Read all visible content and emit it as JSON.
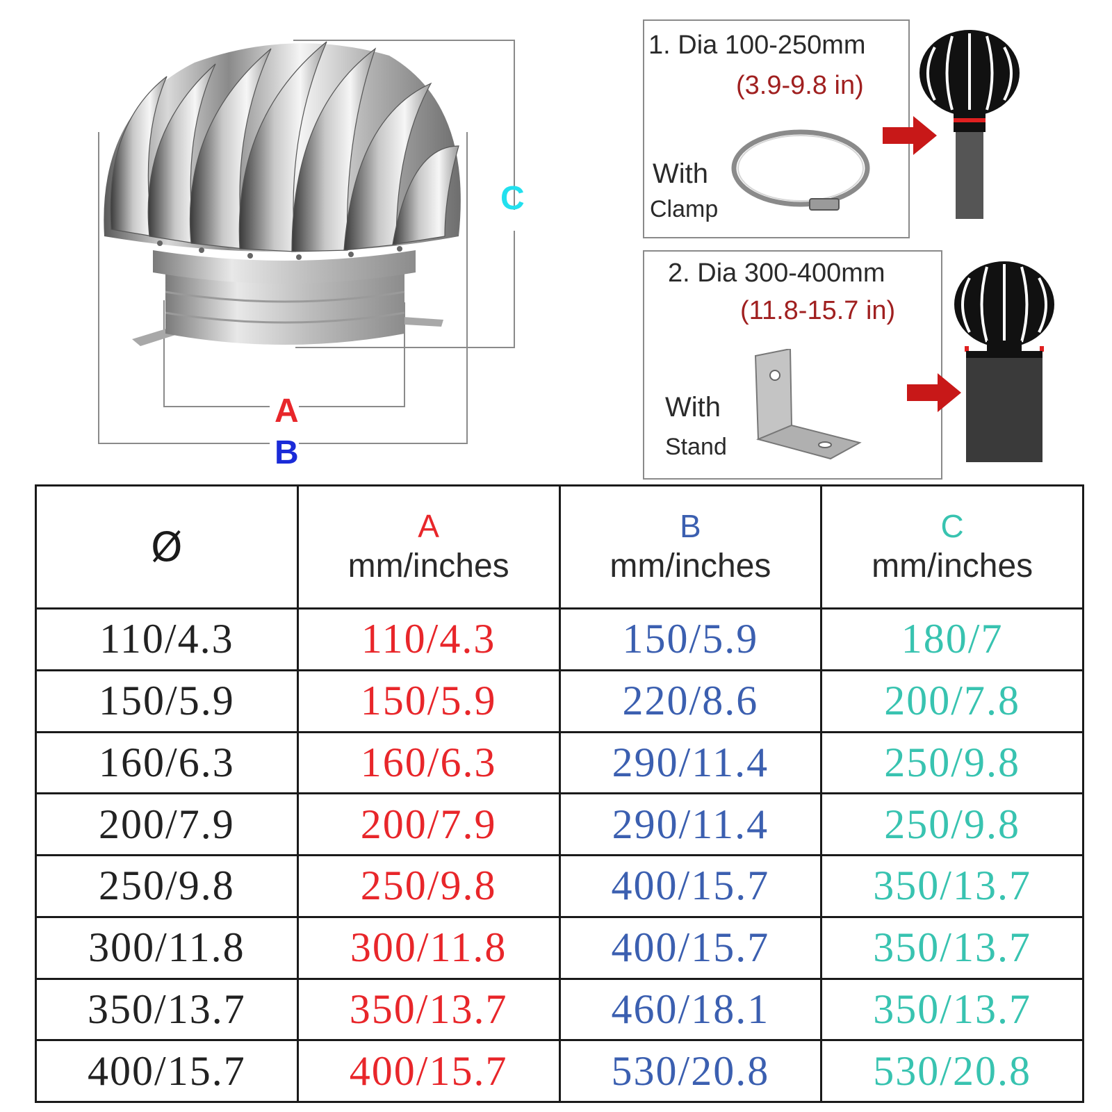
{
  "dimension_labels": {
    "a": "A",
    "b": "B",
    "c": "C"
  },
  "colors": {
    "a": "#e8262a",
    "b": "#3b5fb0",
    "c": "#38c3b0",
    "c_label": "#22e0ee",
    "b_label": "#1a2bd8",
    "range_text": "#a02020",
    "arrow": "#c81818"
  },
  "options": [
    {
      "title": "1. Dia 100-250mm",
      "range": "(3.9-9.8 in)",
      "with": "With",
      "kind": "Clamp"
    },
    {
      "title": "2. Dia 300-400mm",
      "range": "(11.8-15.7 in)",
      "with": "With",
      "kind": "Stand"
    }
  ],
  "table": {
    "headers": [
      {
        "letter": "Ø",
        "unit": ""
      },
      {
        "letter": "A",
        "unit": "mm/inches"
      },
      {
        "letter": "B",
        "unit": "mm/inches"
      },
      {
        "letter": "C",
        "unit": "mm/inches"
      }
    ],
    "rows": [
      [
        "110/4.3",
        "110/4.3",
        "150/5.9",
        "180/7"
      ],
      [
        "150/5.9",
        "150/5.9",
        "220/8.6",
        "200/7.8"
      ],
      [
        "160/6.3",
        "160/6.3",
        "290/11.4",
        "250/9.8"
      ],
      [
        "200/7.9",
        "200/7.9",
        "290/11.4",
        "250/9.8"
      ],
      [
        "250/9.8",
        "250/9.8",
        "400/15.7",
        "350/13.7"
      ],
      [
        "300/11.8",
        "300/11.8",
        "400/15.7",
        "350/13.7"
      ],
      [
        "350/13.7",
        "350/13.7",
        "460/18.1",
        "350/13.7"
      ],
      [
        "400/15.7",
        "400/15.7",
        "530/20.8",
        "530/20.8"
      ]
    ]
  }
}
